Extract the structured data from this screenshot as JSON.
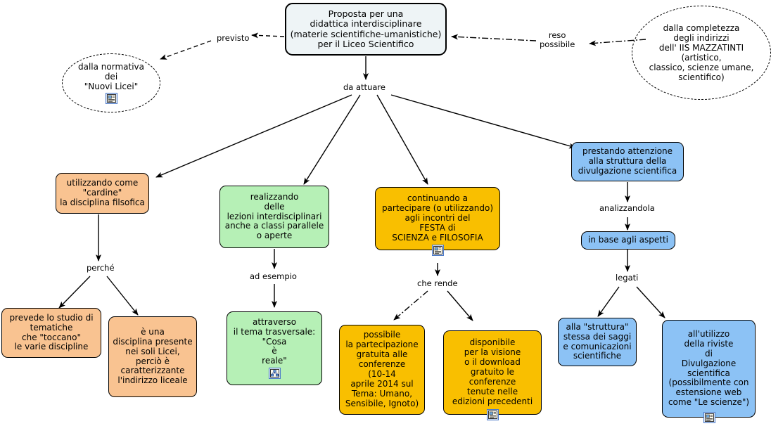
{
  "title": "Proposta per una didattica interdisciplinare - mappa concettuale",
  "colors": {
    "root_fill": "#eef4f6",
    "peach": "#f9c391",
    "green": "#b6f0b6",
    "amber": "#f9bf00",
    "blue": "#8cc2f5",
    "stroke": "#000000",
    "icon_border": "#4a78c8"
  },
  "nodes": {
    "root": "Proposta per una\ndidattica interdisciplinare\n(materie scientifiche-umanistiche)\nper il Liceo Scientifico",
    "normativa": "dalla normativa\ndei\n\"Nuovi Licei\"",
    "completezza": "dalla completezza\ndegli indirizzi\ndell' IIS MAZZATINTI\n(artistico,\nclassico, scienze umane,\nscientifico)",
    "cardine": "utilizzando come\n\"cardine\"\nla disciplina filsofica",
    "prevede": "prevede lo studio di\ntematiche\nche \"toccano\"\nle varie discipline",
    "disciplina_licei": "è una\ndisciplina presente\nnei soli Licei,\nperciò è\ncaratterizzante\nl'indirizzo liceale",
    "realizzando": "realizzando\ndelle\nlezioni interdisciplinari\nanche a classi parallele\no aperte",
    "attraverso": "attraverso\nil tema trasversale:\n\"Cosa\nè\nreale\"",
    "continuando": "continuando a\npartecipare (o utilizzando)\nagli incontri del\nFESTA di\nSCIENZA e FILOSOFIA",
    "possibile": "possibile\nla partecipazione\ngratuita alle\nconferenze\n(10-14\naprile 2014 sul\nTema: Umano,\nSensibile, Ignoto)",
    "disponibile": "disponibile\nper la visione\no il download\ngratuito le\nconferenze\ntenute nelle\nedizioni precedenti",
    "prestando": "prestando attenzione\nalla struttura della\ndivulgazione scientifica",
    "in_base": "in base agli aspetti",
    "struttura_saggi": "alla \"struttura\"\nstessa dei saggi\ne comunicazioni\nscientifiche",
    "utilizzo_riviste": "all'utilizzo\ndella riviste\ndi\nDivulgazione\nscientifica\n(possibilmente con\nestensione web\ncome \"Le scienze\")"
  },
  "edge_labels": {
    "previsto": "previsto",
    "reso_possibile": "reso\npossibile",
    "da_attuare": "da attuare",
    "perche": "perché",
    "ad_esempio": "ad esempio",
    "che_rende": "che rende",
    "analizzandola": "analizzandola",
    "legati": "legati"
  },
  "icons": {
    "document": "document-note-icon",
    "hierarchy": "hierarchy-tree-icon"
  }
}
